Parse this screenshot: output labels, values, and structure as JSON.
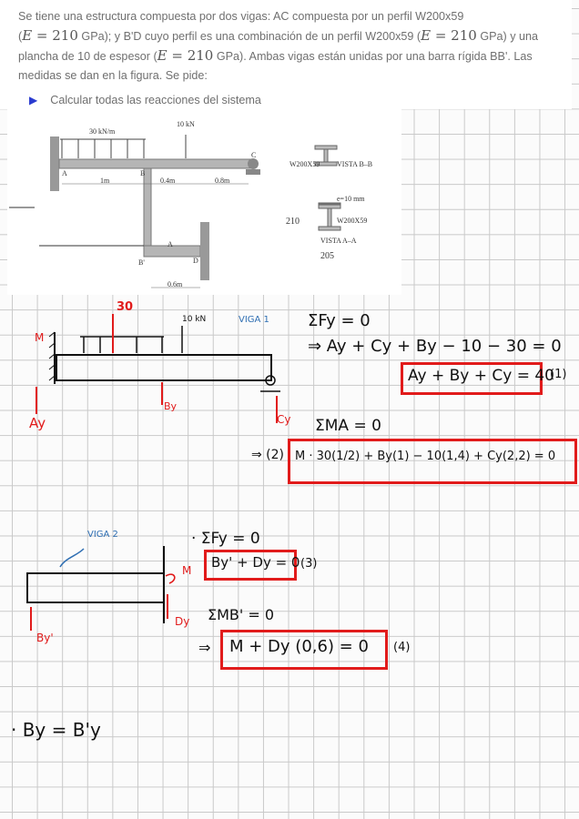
{
  "problem": {
    "line1": "Se tiene una estructura compuesta por dos vigas: AC compuesta por un perfil W200x59",
    "line2_a": "(",
    "E": "E",
    "eq": " = 210",
    "gpa": " GPa",
    "line2_b": "); y B'D cuyo perfil es una combinación de un perfil W200x59 (",
    "line2_c": " GPa) y una",
    "line3_a": "plancha de 10 de espesor (",
    "line3_b": " GPa). Ambas vigas están unidas por una barra rígida BB'. Las",
    "line4": "medidas se dan en la figura. Se pide:",
    "bullet": "Calcular todas las reacciones del sistema"
  },
  "figure": {
    "load_dist": "30 kN/m",
    "load_point": "10 kN",
    "A": "A",
    "B": "B",
    "C": "C",
    "Bp": "B'",
    "D": "D",
    "A2": "A",
    "dim1": "1m",
    "dim2": "0.4m",
    "dim3": "0.8m",
    "dim4": "0.6m",
    "sec1": "W200X59",
    "sec1_view": "VISTA B–B",
    "plate": "e=10 mm",
    "sec2": "W200X59",
    "sec2_view": "VISTA A–A",
    "h_note": "210",
    "w_note": "205"
  },
  "notes": {
    "beam1_force": "30",
    "beam1_point": "10 kN",
    "beam1_label": "VIGA 1",
    "M": "M",
    "Ay": "Ay",
    "By": "By",
    "Cy": "Cy",
    "sumFy": "ΣFy = 0",
    "eq1_arrow": "⇒  Ay + Cy + By − 10 − 30 = 0",
    "eq1_boxed": "Ay + By + Cy  = 40",
    "eq1_num": "(1)",
    "sumMA": "ΣMA = 0",
    "eq2_prefix": "⇒ (2)",
    "eq2_boxed": "M · 30(1/2) + By(1) − 10(1,4) + Cy(2,2) = 0",
    "beam2_label": "VIGA 2",
    "sumFy2": "· ΣFy = 0",
    "eq3_boxed": "By' + Dy = 0",
    "eq3_num": "(3)",
    "M2": "M",
    "Dy": "Dy",
    "Byp": "By'",
    "sumMB": "ΣMB' = 0",
    "eq4_arrow": "⇒",
    "eq4_boxed": "M + Dy (0,6) = 0",
    "eq4_num": "(4)",
    "final": "·  By = B'y"
  }
}
